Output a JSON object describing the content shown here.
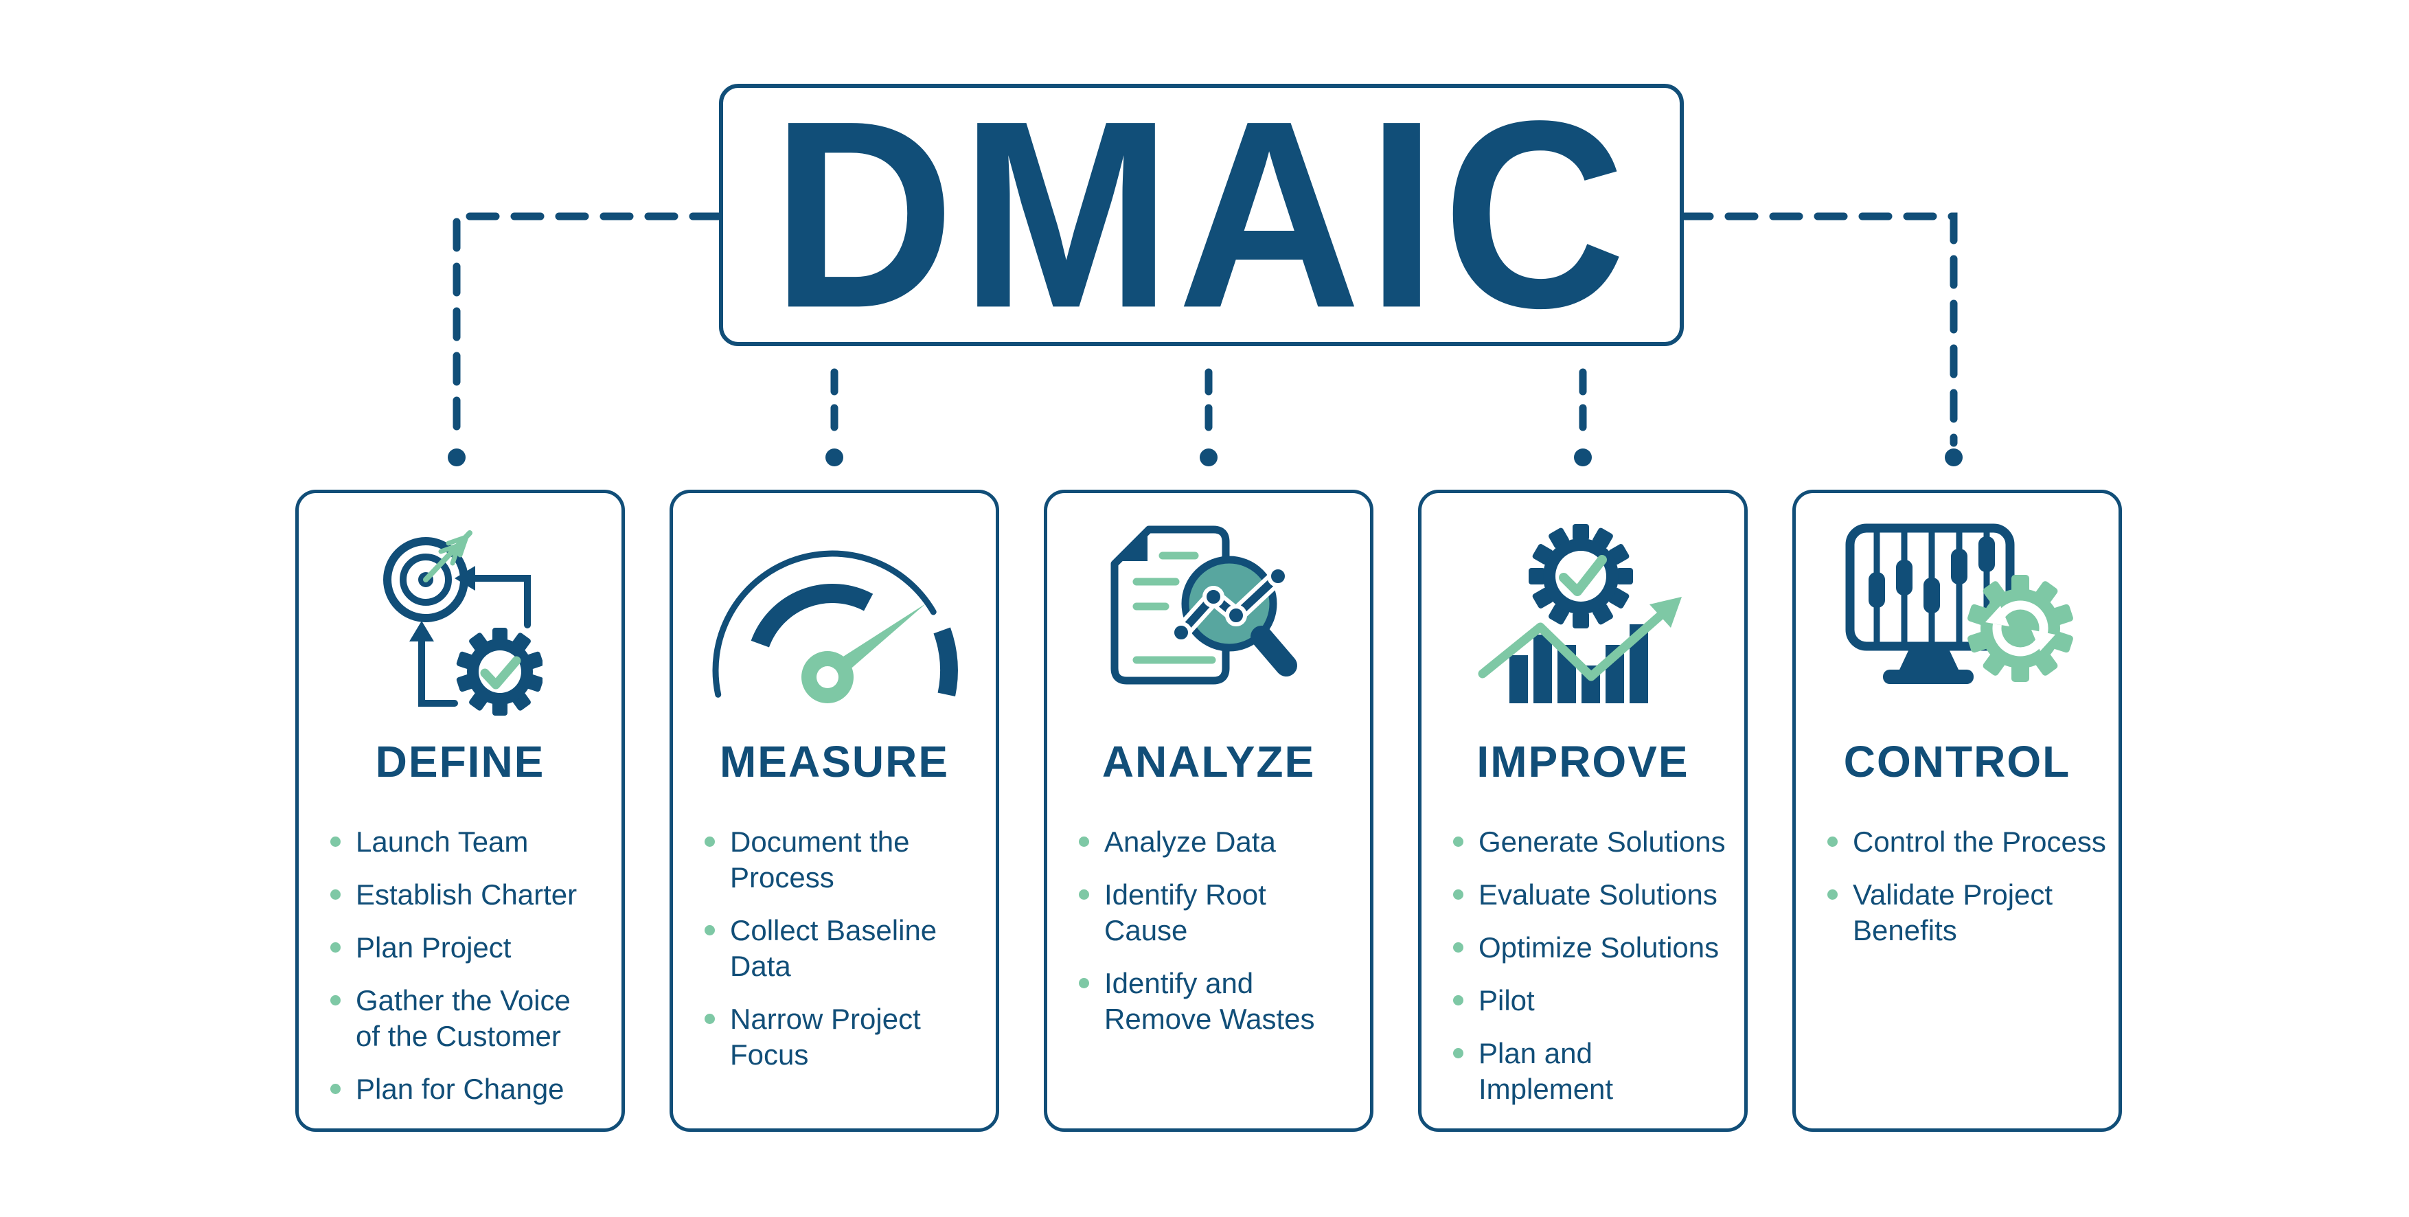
{
  "header": {
    "title": "DMAIC"
  },
  "palette": {
    "dark_blue": "#114E78",
    "green": "#7EC8A5",
    "teal": "#58A69F",
    "background": "#FFFFFF"
  },
  "phases": [
    {
      "title": "DEFINE",
      "icon": "target-arrow-gear-check-icon",
      "items": [
        "Launch Team",
        "Establish Charter",
        "Plan Project",
        "Gather the Voice\nof the Customer",
        "Plan for Change"
      ]
    },
    {
      "title": "MEASURE",
      "icon": "speedometer-gauge-icon",
      "items": [
        "Document the\nProcess",
        "Collect Baseline\nData",
        "Narrow Project\nFocus"
      ]
    },
    {
      "title": "ANALYZE",
      "icon": "document-magnifier-chart-icon",
      "items": [
        "Analyze Data",
        "Identify Root\nCause",
        "Identify and\nRemove Wastes"
      ]
    },
    {
      "title": "IMPROVE",
      "icon": "gear-check-bar-chart-arrow-icon",
      "items": [
        "Generate Solutions",
        "Evaluate Solutions",
        "Optimize Solutions",
        "Pilot",
        "Plan and\nImplement"
      ]
    },
    {
      "title": "CONTROL",
      "icon": "monitor-sliders-sync-gear-icon",
      "items": [
        "Control the Process",
        "Validate Project\nBenefits"
      ]
    }
  ]
}
